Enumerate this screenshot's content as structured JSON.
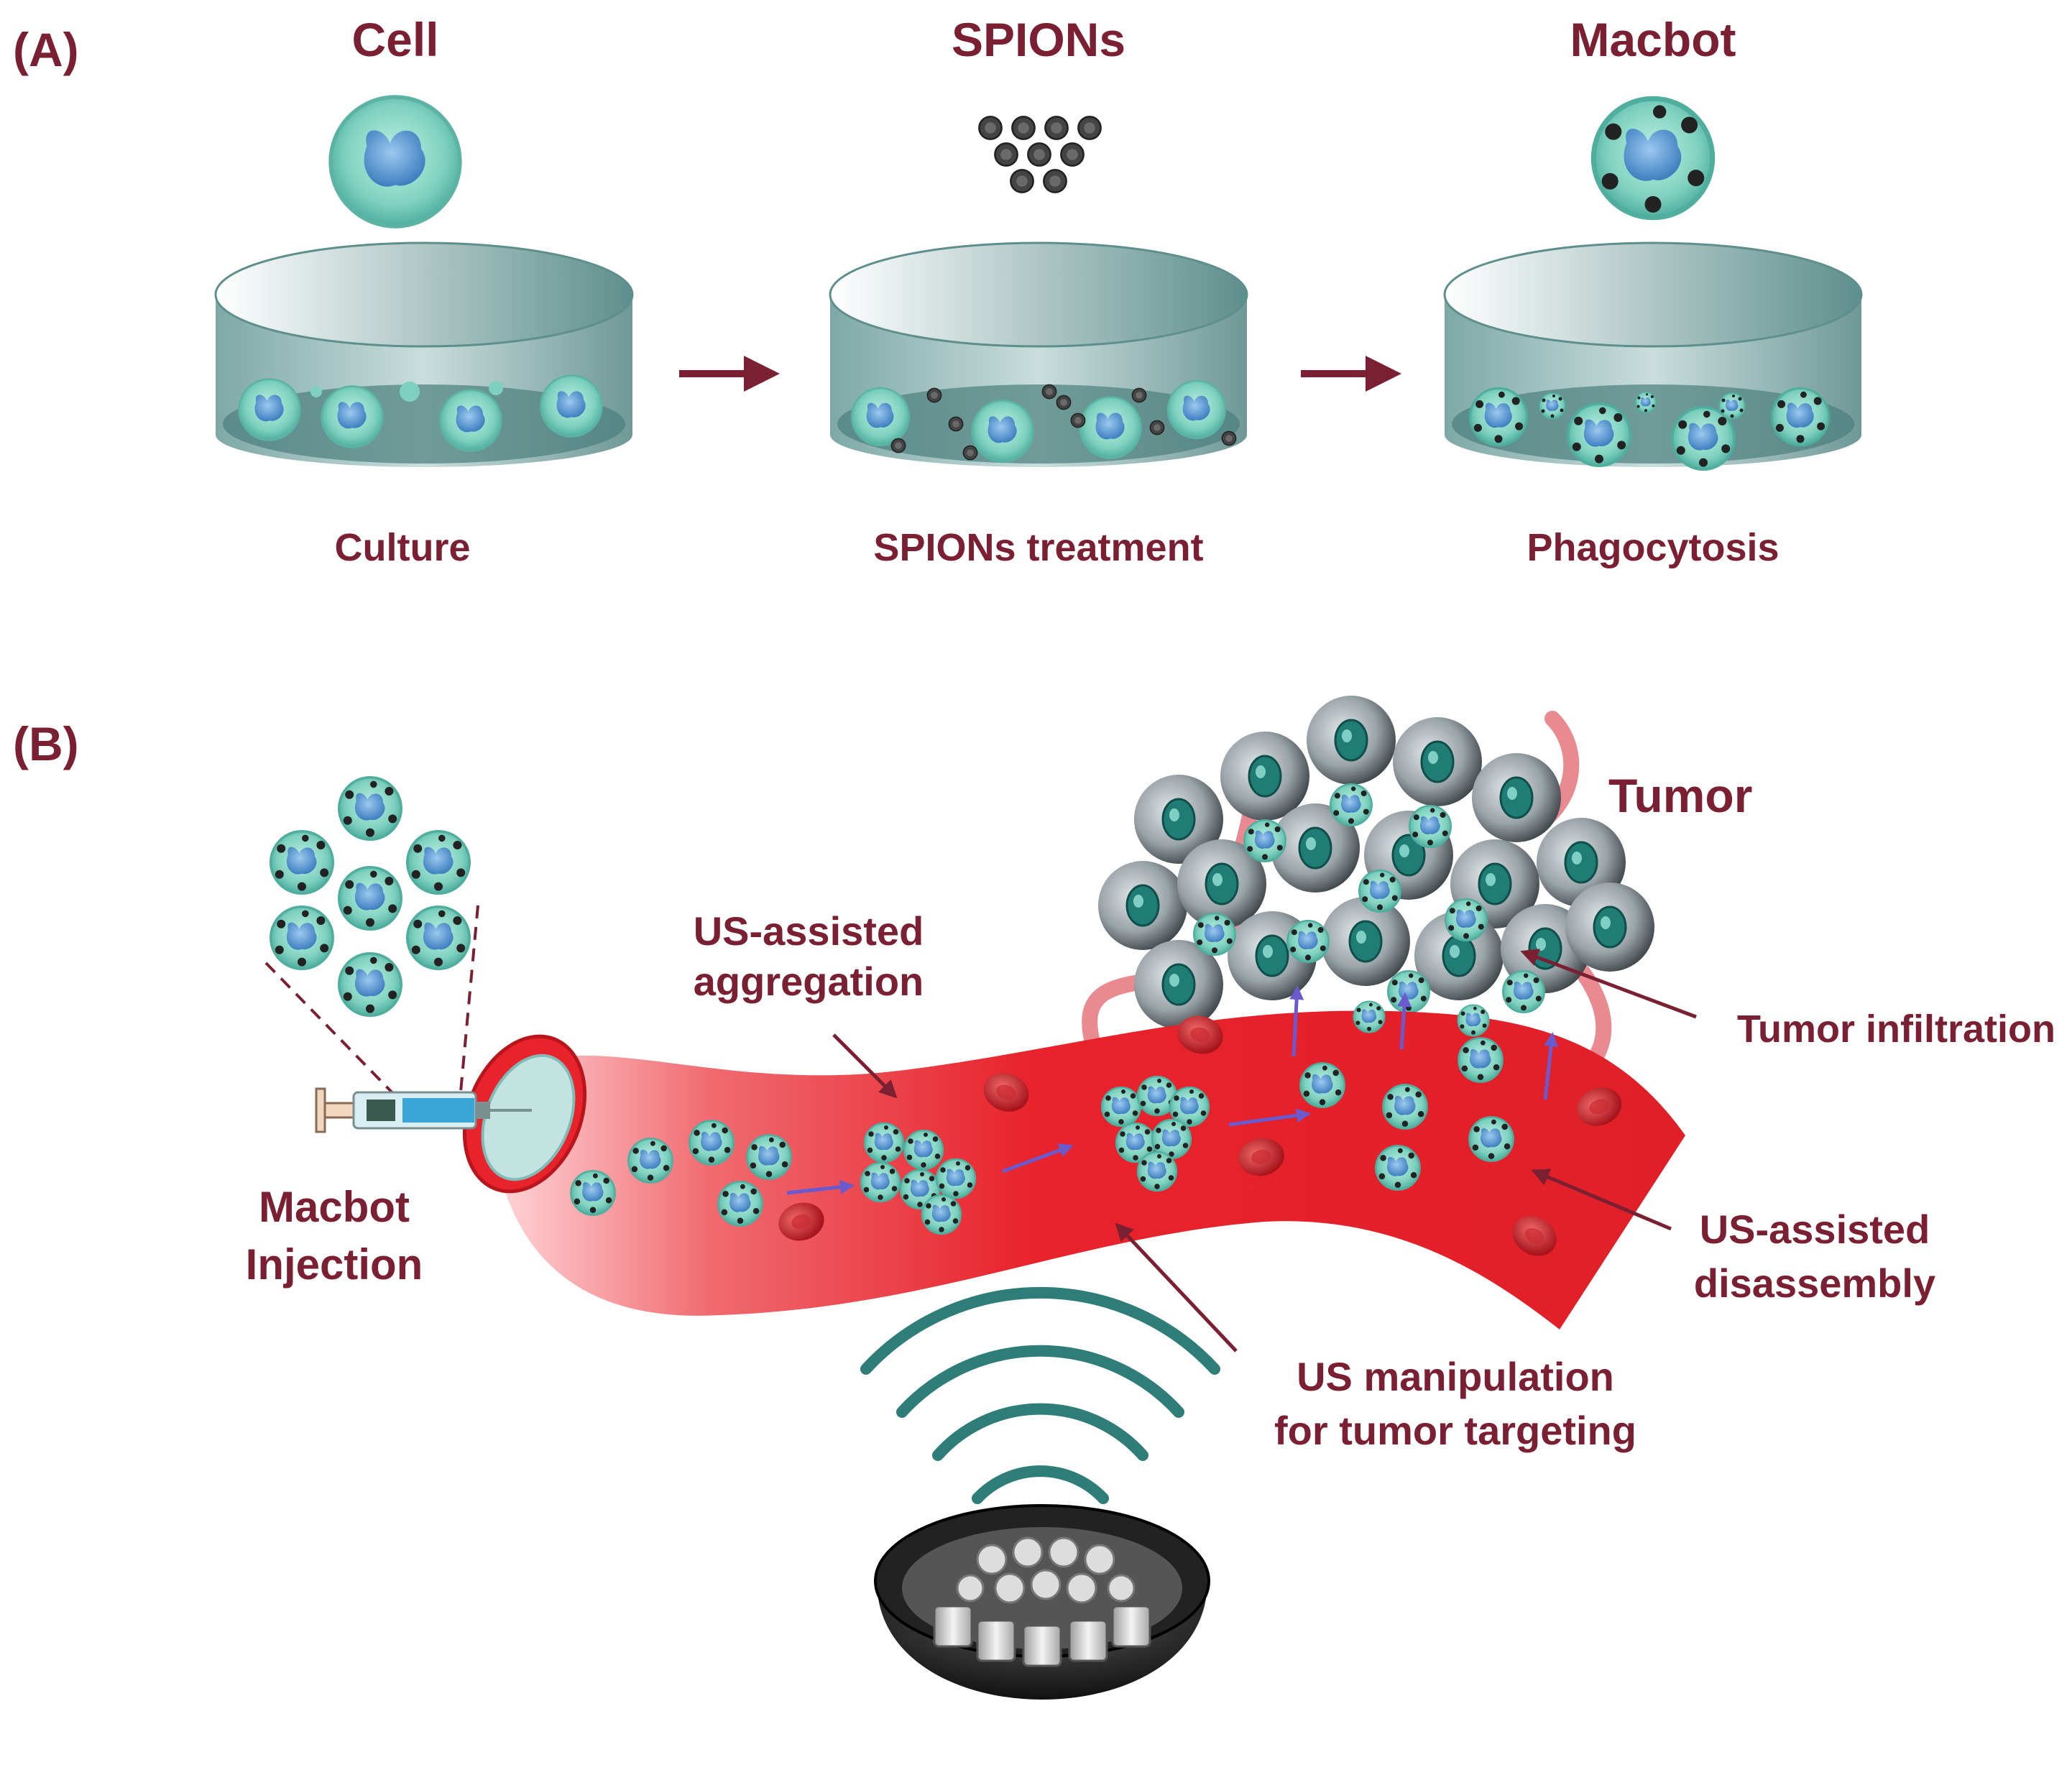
{
  "panel_a": {
    "label": "(A)",
    "steps": [
      {
        "title": "Cell",
        "caption": "Culture"
      },
      {
        "title": "SPIONs",
        "caption": "SPIONs treatment"
      },
      {
        "title": "Macbot",
        "caption": "Phagocytosis"
      }
    ]
  },
  "panel_b": {
    "label": "(B)",
    "tumor": "Tumor",
    "tumor_infiltration": "Tumor infiltration",
    "aggregation": [
      "US-assisted",
      "aggregation"
    ],
    "disassembly": [
      "US-assisted",
      "disassembly"
    ],
    "manipulation": [
      "US manipulation",
      "for tumor targeting"
    ],
    "injection": [
      "Macbot",
      "Injection"
    ]
  },
  "colors": {
    "label": "#7b2032",
    "vessel": "#e8232c",
    "dish": "#8fb8b6",
    "cell": "#7ed3c0",
    "wave": "#2f7d78"
  }
}
